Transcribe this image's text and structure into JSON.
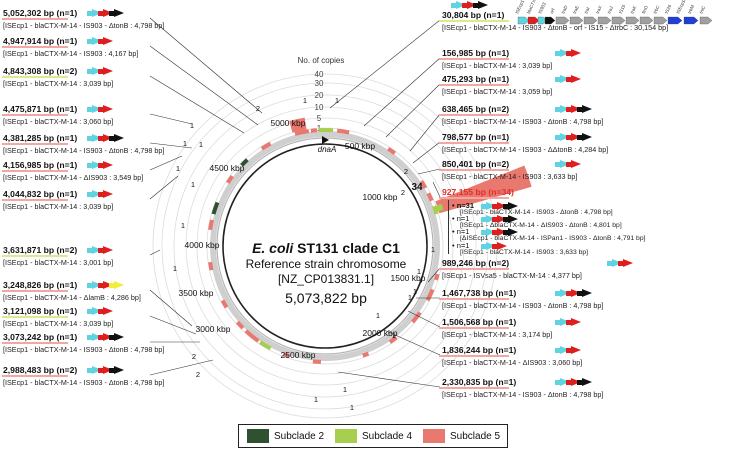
{
  "center": {
    "line1_italic": "E. coli",
    "line1_rest": " ST131 clade C1",
    "line2": "Reference strain chromosome",
    "line3": "[NZ_CP013831.1]",
    "line4": "5,073,822 bp"
  },
  "axis": {
    "title": "No. of copies",
    "ticks": [
      "1",
      "5",
      "10",
      "20",
      "30",
      "40"
    ]
  },
  "ring_labels": {
    "kbp": [
      "5000 kbp",
      "500 kbp",
      "1000 kbp",
      "1500 kbp",
      "2000 kbp",
      "2500 kbp",
      "3000 kbp",
      "3500 kbp",
      "4000 kbp",
      "4500 kbp"
    ],
    "dnaA": "dnaA"
  },
  "bar_counts": [
    "2",
    "1",
    "1",
    "1",
    "1",
    "1",
    "34",
    "2",
    "2",
    "1",
    "1",
    "1",
    "1",
    "1",
    "1",
    "2",
    "2",
    "1",
    "1",
    "1",
    "1",
    "1",
    "1",
    "1"
  ],
  "left_labels": [
    {
      "pos": "5,052,302 bp (n=1)",
      "sub": "[ISEcp1 - blaCTX-M-14 - IS903 - ΔtonB : 4,798 bp]"
    },
    {
      "pos": "4,947,914 bp (n=1)",
      "sub": "[ISEcp1 - blaCTX-M-14 - IS903 : 4,167 bp]"
    },
    {
      "pos": "4,843,308 bp (n=2)",
      "sub": "[ISEcp1 - blaCTX-M-14 : 3,039 bp]"
    },
    {
      "pos": "4,475,871 bp (n=1)",
      "sub": "[ISEcp1 - blaCTX-M-14 : 3,060 bp]"
    },
    {
      "pos": "4,381,285 bp (n=1)",
      "sub": "[ISEcp1 - blaCTX-M-14 - IS903 - ΔtonB : 4,798 bp]"
    },
    {
      "pos": "4,156,985 bp (n=1)",
      "sub": "[ISEcp1 - blaCTX-M-14 - ΔIS903 : 3,549 bp]"
    },
    {
      "pos": "4,044,832 bp (n=1)",
      "sub": "[ISEcp1 - blaCTX-M-14 : 3,039 bp]"
    },
    {
      "pos": "3,631,871 bp (n=2)",
      "sub": "[ISEcp1 - blaCTX-M-14 : 3,001 bp]"
    },
    {
      "pos": "3,248,826 bp (n=1)",
      "sub": "[ISEcp1 - blaCTX-M-14 - ΔlamB : 4,286 bp]"
    },
    {
      "pos": "3,121,098 bp (n=1)",
      "sub": "[ISEcp1 - blaCTX-M-14 : 3,039 bp]"
    },
    {
      "pos": "3,073,242 bp (n=1)",
      "sub": "[ISEcp1 - blaCTX-M-14 - IS903 - ΔtonB : 4,798 bp]"
    },
    {
      "pos": "2,988,483 bp (n=2)",
      "sub": "[ISEcp1 - blaCTX-M-14 - IS903 - ΔtonB : 4,798 bp]"
    }
  ],
  "right_labels": [
    {
      "pos": "30,804 bp (n=1)",
      "sub": "[ISEcp1 - blaCTX-M-14 - IS903 - ΔtonB - orf - IS15 - ΔtrbC : 30,154 bp]"
    },
    {
      "pos": "156,985 bp (n=1)",
      "sub": "[ISEcp1 - blaCTX-M-14 : 3,039 bp]"
    },
    {
      "pos": "475,293 bp (n=1)",
      "sub": "[ISEcp1 - blaCTX-M-14 : 3,059 bp]"
    },
    {
      "pos": "638,465 bp (n=2)",
      "sub": "[ISEcp1 - blaCTX-M-14 - IS903 - ΔtonB : 4,798 bp]"
    },
    {
      "pos": "798,577 bp (n=1)",
      "sub": "[ISEcp1 - blaCTX-M-14 - IS903 - ΔΔtonB : 4,284 bp]"
    },
    {
      "pos": "850,401 bp (n=2)",
      "sub": "[ISEcp1 - blaCTX-M-14 - IS903 : 3,633 bp]"
    },
    {
      "pos": "927,155 bp (n=34)",
      "sub": ""
    },
    {
      "pos": "989,246 bp (n=2)",
      "sub": "[ISEcp1 - ISVsa5 - blaCTX-M-14 : 4,377 bp]"
    },
    {
      "pos": "1,467,738 bp (n=1)",
      "sub": "[ISEcp1 - blaCTX-M-14 - IS903 - ΔtonB : 4,798 bp]"
    },
    {
      "pos": "1,506,568 bp (n=1)",
      "sub": "[ISEcp1 - blaCTX-M-14 : 3,174 bp]"
    },
    {
      "pos": "1,836,244 bp (n=1)",
      "sub": "[ISEcp1 - blaCTX-M-14 - ΔIS903 : 3,060 bp]"
    },
    {
      "pos": "2,330,835 bp (n=1)",
      "sub": "[ISEcp1 - blaCTX-M-14 - IS903 - ΔtonB : 4,798 bp]"
    }
  ],
  "n34_items": [
    {
      "n": "n=31",
      "sub": "[ISEcp1 - blaCTX-M-14 - IS903 - ΔtonB : 4,798 bp]"
    },
    {
      "n": "n=1",
      "sub": "[ISEcp1 - ΔblaCTX-M-14 - ΔIS903 - ΔtonB : 4,801 bp]"
    },
    {
      "n": "n=1",
      "sub": "[ΔISEcp1 - blaCTX-M-14 - ISPan1 - IS903 - ΔtonB : 4,791 bp]"
    },
    {
      "n": "n=1",
      "sub": "[ISEcp1 - blaCTX-M-14 - IS903 : 3,633 bp]"
    }
  ],
  "gene_map_labels": [
    "ISEcp1",
    "blaCTX",
    "IS903",
    "orf",
    "traD",
    "traE",
    "traI",
    "traX",
    "traJ",
    "IS15",
    "traK",
    "finO",
    "trbC",
    "IS26",
    "ISEcp1m",
    "trbM",
    "tniC"
  ],
  "legend": [
    {
      "label": "Subclade 2",
      "color": "#2f5130"
    },
    {
      "label": "Subclade 4",
      "color": "#a6cf4f"
    },
    {
      "label": "Subclade 5",
      "color": "#e9786f"
    }
  ],
  "colors": {
    "isEcp1": "#5fd3df",
    "bla": "#dd1f1f",
    "is903": "#111111",
    "lamB": "#f4ee3a",
    "highlight_green": "#dfe88a",
    "highlight_red": "#f1a7a2",
    "ring_outer": "#cfcfcf",
    "ring_inner": "#8a8a8a",
    "blue_gene": "#1f3fd6",
    "grey_gene": "#a0a0a0"
  }
}
